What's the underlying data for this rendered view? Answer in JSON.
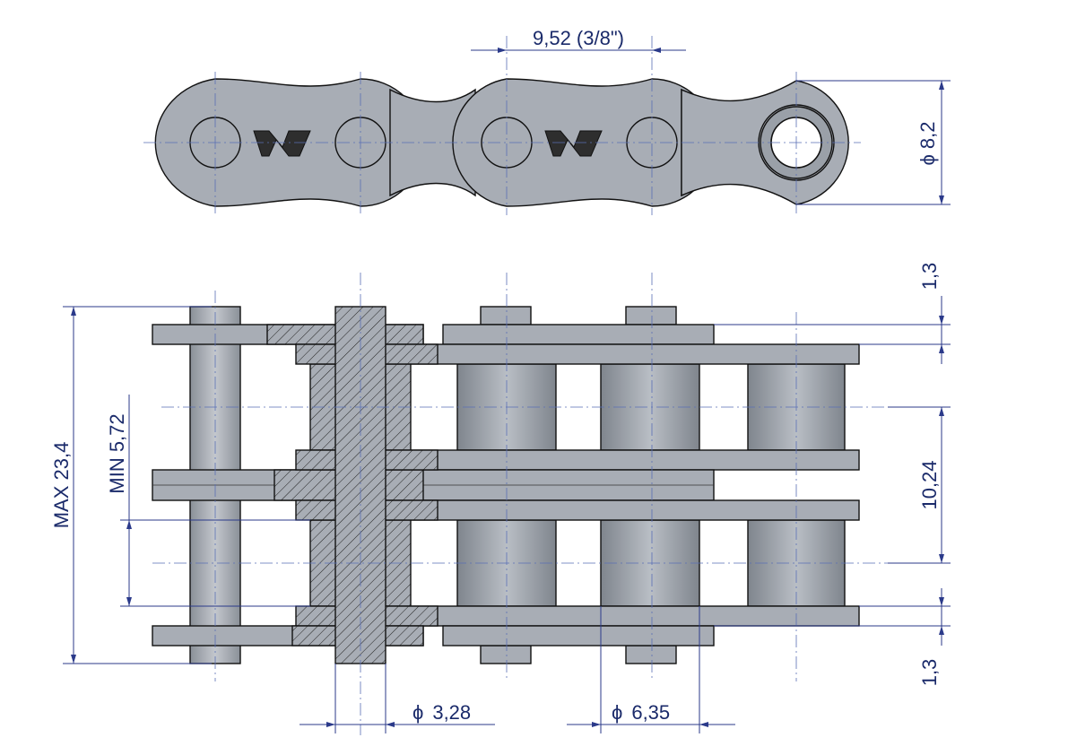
{
  "dimensions": {
    "pitch": "9,52  (3/8\")",
    "hole_diameter_symbol": "ϕ",
    "hole_diameter": "8,2",
    "top_plate": "1,3",
    "bottom_plate": "1,3",
    "max_width": "MAX  23,4",
    "min_inner": "MIN  5,72",
    "transverse_pitch": "10,24",
    "pin_diameter_symbol": "ϕ",
    "pin_diameter": "3,28",
    "roller_diameter_symbol": "ϕ",
    "roller_diameter": "6,35"
  },
  "colors": {
    "plate": "#a8adb5",
    "dimension": "#1a2a6a",
    "outline": "#111111",
    "logo": "#2e2e2e"
  },
  "logo_icon": "w-logo-icon"
}
